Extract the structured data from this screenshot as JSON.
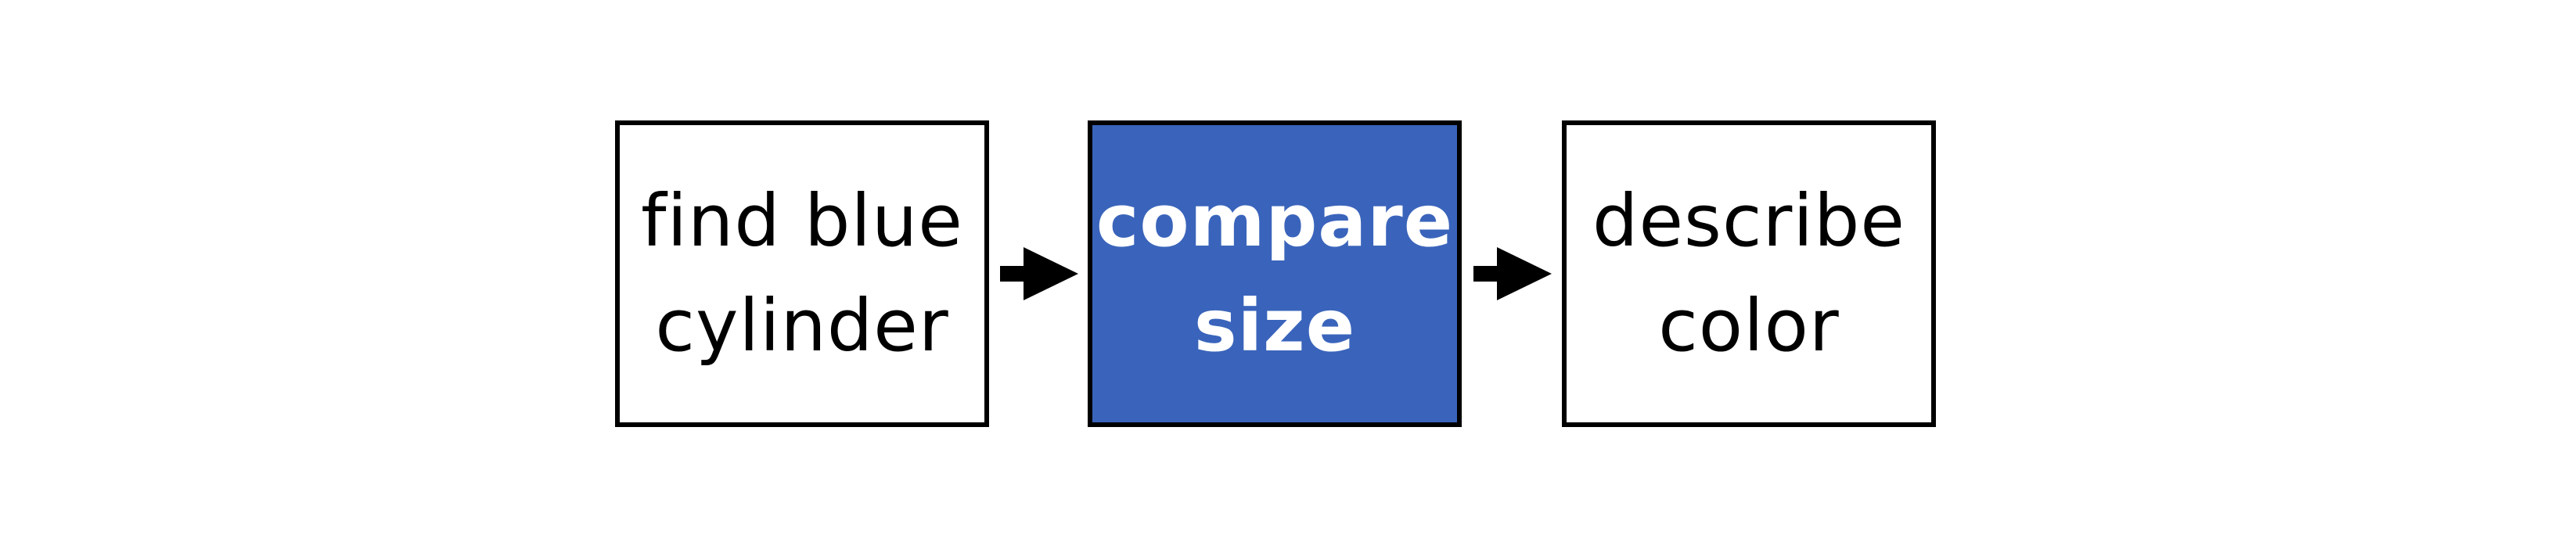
{
  "diagram": {
    "steps": [
      {
        "lines": [
          "find blue",
          "cylinder"
        ],
        "highlighted": false
      },
      {
        "lines": [
          "compare",
          "size"
        ],
        "highlighted": true
      },
      {
        "lines": [
          "describe",
          "color"
        ],
        "highlighted": false
      }
    ],
    "colors": {
      "highlight_fill": "#3a64bb",
      "highlight_text": "#ffffff",
      "border": "#000000",
      "arrow": "#000000"
    }
  }
}
